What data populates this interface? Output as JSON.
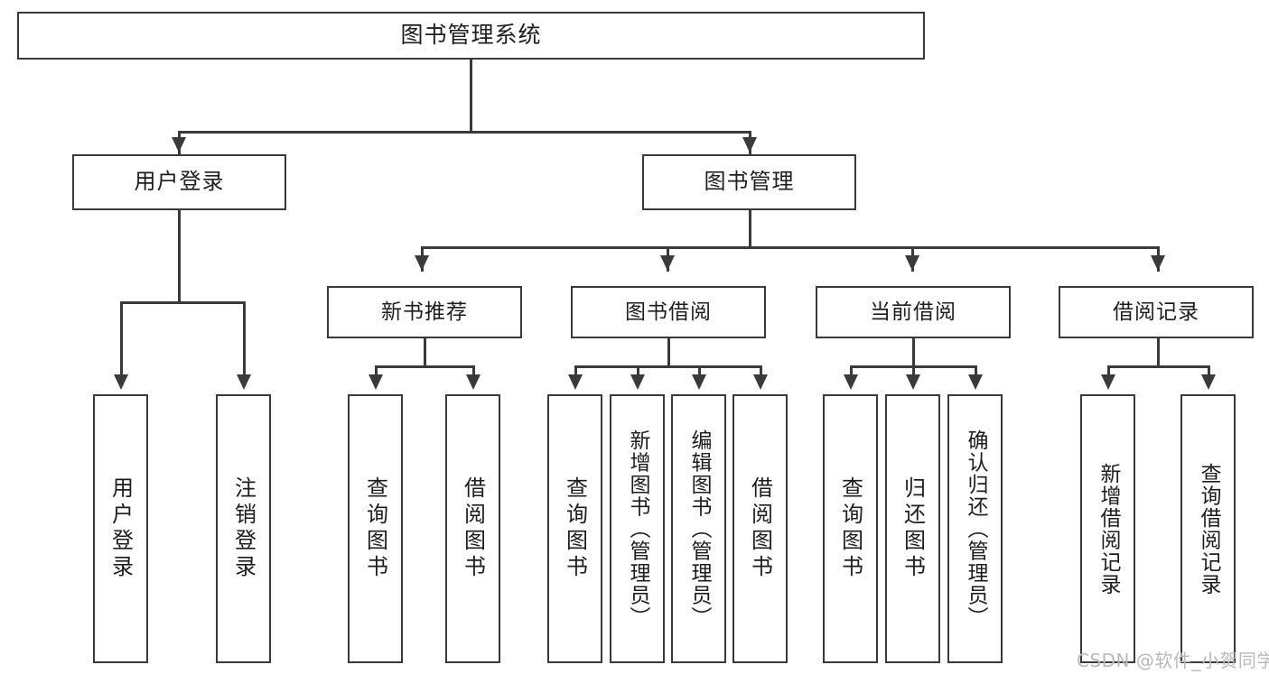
{
  "diagram": {
    "title": "图书管理系统",
    "root": {
      "label": "图书管理系统"
    },
    "level2": [
      {
        "label": "用户登录"
      },
      {
        "label": "图书管理"
      }
    ],
    "level3": [
      {
        "label": "新书推荐"
      },
      {
        "label": "图书借阅"
      },
      {
        "label": "当前借阅"
      },
      {
        "label": "借阅记录"
      }
    ],
    "leaves": {
      "user_login": [
        {
          "label": "用户登录"
        },
        {
          "label": "注销登录"
        }
      ],
      "new_book": [
        {
          "label": "查询图书"
        },
        {
          "label": "借阅图书"
        }
      ],
      "book_borrow": [
        {
          "label": "查询图书"
        },
        {
          "label": "新增图书（管理员）"
        },
        {
          "label": "编辑图书（管理员）"
        },
        {
          "label": "借阅图书"
        }
      ],
      "current_borrow": [
        {
          "label": "查询图书"
        },
        {
          "label": "归还图书"
        },
        {
          "label": "确认归还（管理员）"
        }
      ],
      "borrow_record": [
        {
          "label": "新增借阅记录"
        },
        {
          "label": "查询借阅记录"
        }
      ]
    }
  },
  "watermark": {
    "text": "CSDN @软件_小贺同学"
  },
  "colors": {
    "border": "#3a3a3a",
    "text": "#1d1d1d",
    "background": "#ffffff",
    "watermark": "#b9b9b9"
  }
}
